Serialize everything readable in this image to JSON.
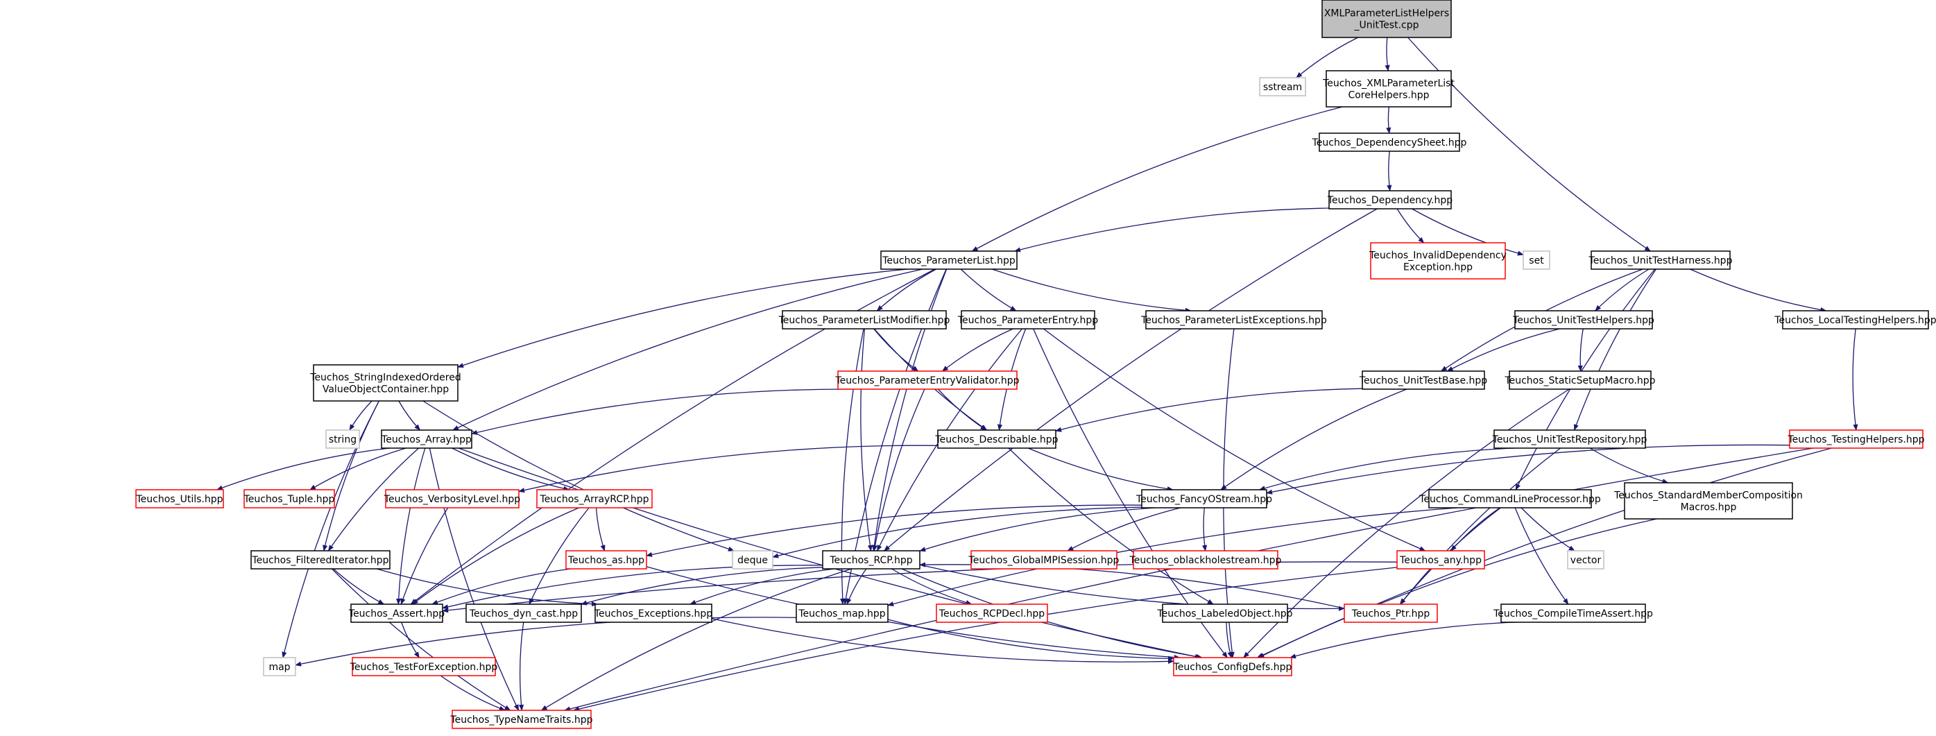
{
  "colors": {
    "edge": "#191970",
    "border_normal": "#000000",
    "border_truncated": "#ff0000",
    "border_external": "#bfbfbf",
    "root_fill": "#bfbfbf",
    "node_fill": "#ffffff",
    "text": "#000000"
  },
  "nodes": [
    {
      "id": "root",
      "lines": [
        "XMLParameterListHelpers",
        "_UnitTest.cpp"
      ],
      "kind": "root"
    },
    {
      "id": "sstream",
      "lines": [
        "sstream"
      ],
      "kind": "external"
    },
    {
      "id": "xmlcore",
      "lines": [
        "Teuchos_XMLParameterList",
        "CoreHelpers.hpp"
      ],
      "kind": "normal"
    },
    {
      "id": "depsheet",
      "lines": [
        "Teuchos_DependencySheet.hpp"
      ],
      "kind": "normal"
    },
    {
      "id": "dependency",
      "lines": [
        "Teuchos_Dependency.hpp"
      ],
      "kind": "normal"
    },
    {
      "id": "invalid",
      "lines": [
        "Teuchos_InvalidDependency",
        "Exception.hpp"
      ],
      "kind": "truncated"
    },
    {
      "id": "set",
      "lines": [
        "set"
      ],
      "kind": "external"
    },
    {
      "id": "unittestharness",
      "lines": [
        "Teuchos_UnitTestHarness.hpp"
      ],
      "kind": "normal"
    },
    {
      "id": "paramlist",
      "lines": [
        "Teuchos_ParameterList.hpp"
      ],
      "kind": "normal"
    },
    {
      "id": "plmodifier",
      "lines": [
        "Teuchos_ParameterListModifier.hpp"
      ],
      "kind": "normal"
    },
    {
      "id": "paramentry",
      "lines": [
        "Teuchos_ParameterEntry.hpp"
      ],
      "kind": "normal"
    },
    {
      "id": "plexceptions",
      "lines": [
        "Teuchos_ParameterListExceptions.hpp"
      ],
      "kind": "normal"
    },
    {
      "id": "unittesthelpers",
      "lines": [
        "Teuchos_UnitTestHelpers.hpp"
      ],
      "kind": "normal"
    },
    {
      "id": "localtesting",
      "lines": [
        "Teuchos_LocalTestingHelpers.hpp"
      ],
      "kind": "normal"
    },
    {
      "id": "sioc",
      "lines": [
        "Teuchos_StringIndexedOrdered",
        "ValueObjectContainer.hpp"
      ],
      "kind": "normal"
    },
    {
      "id": "pevalidator",
      "lines": [
        "Teuchos_ParameterEntryValidator.hpp"
      ],
      "kind": "truncated"
    },
    {
      "id": "unittestbase",
      "lines": [
        "Teuchos_UnitTestBase.hpp"
      ],
      "kind": "normal"
    },
    {
      "id": "staticsetup",
      "lines": [
        "Teuchos_StaticSetupMacro.hpp"
      ],
      "kind": "normal"
    },
    {
      "id": "string",
      "lines": [
        "string"
      ],
      "kind": "external"
    },
    {
      "id": "array",
      "lines": [
        "Teuchos_Array.hpp"
      ],
      "kind": "normal"
    },
    {
      "id": "describable",
      "lines": [
        "Teuchos_Describable.hpp"
      ],
      "kind": "normal"
    },
    {
      "id": "unittestrepo",
      "lines": [
        "Teuchos_UnitTestRepository.hpp"
      ],
      "kind": "normal"
    },
    {
      "id": "testinghelpers",
      "lines": [
        "Teuchos_TestingHelpers.hpp"
      ],
      "kind": "truncated"
    },
    {
      "id": "utils",
      "lines": [
        "Teuchos_Utils.hpp"
      ],
      "kind": "truncated"
    },
    {
      "id": "tuple",
      "lines": [
        "Teuchos_Tuple.hpp"
      ],
      "kind": "truncated"
    },
    {
      "id": "verbosity",
      "lines": [
        "Teuchos_VerbosityLevel.hpp"
      ],
      "kind": "truncated"
    },
    {
      "id": "arrayrcp",
      "lines": [
        "Teuchos_ArrayRCP.hpp"
      ],
      "kind": "truncated"
    },
    {
      "id": "fancyostream",
      "lines": [
        "Teuchos_FancyOStream.hpp"
      ],
      "kind": "normal"
    },
    {
      "id": "cmdline",
      "lines": [
        "Teuchos_CommandLineProcessor.hpp"
      ],
      "kind": "normal"
    },
    {
      "id": "stdmember",
      "lines": [
        "Teuchos_StandardMemberComposition",
        "Macros.hpp"
      ],
      "kind": "normal"
    },
    {
      "id": "filtered",
      "lines": [
        "Teuchos_FilteredIterator.hpp"
      ],
      "kind": "normal"
    },
    {
      "id": "as",
      "lines": [
        "Teuchos_as.hpp"
      ],
      "kind": "truncated"
    },
    {
      "id": "deque",
      "lines": [
        "deque"
      ],
      "kind": "external"
    },
    {
      "id": "rcp",
      "lines": [
        "Teuchos_RCP.hpp"
      ],
      "kind": "normal"
    },
    {
      "id": "globalmpi",
      "lines": [
        "Teuchos_GlobalMPISession.hpp"
      ],
      "kind": "truncated"
    },
    {
      "id": "oblackhole",
      "lines": [
        "Teuchos_oblackholestream.hpp"
      ],
      "kind": "truncated"
    },
    {
      "id": "any",
      "lines": [
        "Teuchos_any.hpp"
      ],
      "kind": "truncated"
    },
    {
      "id": "vector",
      "lines": [
        "vector"
      ],
      "kind": "external"
    },
    {
      "id": "assert",
      "lines": [
        "Teuchos_Assert.hpp"
      ],
      "kind": "normal"
    },
    {
      "id": "dyncast",
      "lines": [
        "Teuchos_dyn_cast.hpp"
      ],
      "kind": "normal"
    },
    {
      "id": "exceptions",
      "lines": [
        "Teuchos_Exceptions.hpp"
      ],
      "kind": "normal"
    },
    {
      "id": "map_hpp",
      "lines": [
        "Teuchos_map.hpp"
      ],
      "kind": "normal"
    },
    {
      "id": "rcpdecl",
      "lines": [
        "Teuchos_RCPDecl.hpp"
      ],
      "kind": "truncated"
    },
    {
      "id": "labeled",
      "lines": [
        "Teuchos_LabeledObject.hpp"
      ],
      "kind": "normal"
    },
    {
      "id": "ptr",
      "lines": [
        "Teuchos_Ptr.hpp"
      ],
      "kind": "truncated"
    },
    {
      "id": "compiletime",
      "lines": [
        "Teuchos_CompileTimeAssert.hpp"
      ],
      "kind": "normal"
    },
    {
      "id": "map",
      "lines": [
        "map"
      ],
      "kind": "external"
    },
    {
      "id": "testforexc",
      "lines": [
        "Teuchos_TestForException.hpp"
      ],
      "kind": "truncated"
    },
    {
      "id": "configdefs",
      "lines": [
        "Teuchos_ConfigDefs.hpp"
      ],
      "kind": "truncated"
    },
    {
      "id": "typenametraits",
      "lines": [
        "Teuchos_TypeNameTraits.hpp"
      ],
      "kind": "truncated"
    }
  ],
  "edges": [
    [
      "root",
      "sstream"
    ],
    [
      "root",
      "xmlcore"
    ],
    [
      "root",
      "unittestharness"
    ],
    [
      "xmlcore",
      "depsheet"
    ],
    [
      "xmlcore",
      "paramlist"
    ],
    [
      "depsheet",
      "dependency"
    ],
    [
      "dependency",
      "paramlist"
    ],
    [
      "dependency",
      "invalid"
    ],
    [
      "dependency",
      "set"
    ],
    [
      "dependency",
      "rcp"
    ],
    [
      "paramlist",
      "plmodifier"
    ],
    [
      "paramlist",
      "paramentry"
    ],
    [
      "paramlist",
      "plexceptions"
    ],
    [
      "paramlist",
      "sioc"
    ],
    [
      "paramlist",
      "array"
    ],
    [
      "paramlist",
      "assert"
    ],
    [
      "paramlist",
      "map_hpp"
    ],
    [
      "paramlist",
      "rcp"
    ],
    [
      "plmodifier",
      "pevalidator"
    ],
    [
      "plmodifier",
      "describable"
    ],
    [
      "plmodifier",
      "rcp"
    ],
    [
      "plmodifier",
      "map_hpp"
    ],
    [
      "paramentry",
      "pevalidator"
    ],
    [
      "paramentry",
      "describable"
    ],
    [
      "paramentry",
      "rcp"
    ],
    [
      "paramentry",
      "any"
    ],
    [
      "paramentry",
      "configdefs"
    ],
    [
      "plexceptions",
      "configdefs"
    ],
    [
      "pevalidator",
      "array"
    ],
    [
      "pevalidator",
      "describable"
    ],
    [
      "pevalidator",
      "rcp"
    ],
    [
      "sioc",
      "string"
    ],
    [
      "sioc",
      "array"
    ],
    [
      "sioc",
      "filtered"
    ],
    [
      "sioc",
      "deque"
    ],
    [
      "sioc",
      "map"
    ],
    [
      "array",
      "utils"
    ],
    [
      "array",
      "tuple"
    ],
    [
      "array",
      "arrayrcp"
    ],
    [
      "array",
      "filtered"
    ],
    [
      "array",
      "typenametraits"
    ],
    [
      "array",
      "configdefs"
    ],
    [
      "array",
      "assert"
    ],
    [
      "arrayrcp",
      "as"
    ],
    [
      "arrayrcp",
      "assert"
    ],
    [
      "arrayrcp",
      "dyncast"
    ],
    [
      "as",
      "assert"
    ],
    [
      "as",
      "configdefs"
    ],
    [
      "describable",
      "fancyostream"
    ],
    [
      "describable",
      "verbosity"
    ],
    [
      "describable",
      "labeled"
    ],
    [
      "verbosity",
      "assert"
    ],
    [
      "fancyostream",
      "as"
    ],
    [
      "fancyostream",
      "deque"
    ],
    [
      "fancyostream",
      "rcp"
    ],
    [
      "fancyostream",
      "globalmpi"
    ],
    [
      "fancyostream",
      "oblackhole"
    ],
    [
      "unittestharness",
      "unittesthelpers"
    ],
    [
      "unittestharness",
      "localtesting"
    ],
    [
      "unittestharness",
      "unittestbase"
    ],
    [
      "unittestharness",
      "unittestrepo"
    ],
    [
      "unittestharness",
      "cmdline"
    ],
    [
      "unittesthelpers",
      "unittestbase"
    ],
    [
      "unittesthelpers",
      "staticsetup"
    ],
    [
      "staticsetup",
      "configdefs"
    ],
    [
      "unittestbase",
      "describable"
    ],
    [
      "unittestbase",
      "fancyostream"
    ],
    [
      "unittestrepo",
      "fancyostream"
    ],
    [
      "unittestrepo",
      "stdmember"
    ],
    [
      "unittestrepo",
      "ptr"
    ],
    [
      "stdmember",
      "configdefs"
    ],
    [
      "localtesting",
      "testinghelpers"
    ],
    [
      "testinghelpers",
      "fancyostream"
    ],
    [
      "testinghelpers",
      "configdefs"
    ],
    [
      "testinghelpers",
      "typenametraits"
    ],
    [
      "cmdline",
      "any"
    ],
    [
      "cmdline",
      "vector"
    ],
    [
      "cmdline",
      "compiletime"
    ],
    [
      "cmdline",
      "ptr"
    ],
    [
      "cmdline",
      "map_hpp"
    ],
    [
      "compiletime",
      "configdefs"
    ],
    [
      "any",
      "assert"
    ],
    [
      "any",
      "typenametraits"
    ],
    [
      "filtered",
      "assert"
    ],
    [
      "filtered",
      "exceptions"
    ],
    [
      "filtered",
      "typenametraits"
    ],
    [
      "rcp",
      "assert"
    ],
    [
      "rcp",
      "dyncast"
    ],
    [
      "rcp",
      "exceptions"
    ],
    [
      "rcp",
      "map_hpp"
    ],
    [
      "rcp",
      "rcpdecl"
    ],
    [
      "rcp",
      "ptr"
    ],
    [
      "rcp",
      "configdefs"
    ],
    [
      "rcp",
      "typenametraits"
    ],
    [
      "ptr",
      "rcp"
    ],
    [
      "assert",
      "testforexc"
    ],
    [
      "testforexc",
      "typenametraits"
    ],
    [
      "dyncast",
      "typenametraits"
    ],
    [
      "exceptions",
      "configdefs"
    ],
    [
      "map_hpp",
      "map"
    ],
    [
      "map_hpp",
      "configdefs"
    ],
    [
      "labeled",
      "configdefs"
    ]
  ]
}
